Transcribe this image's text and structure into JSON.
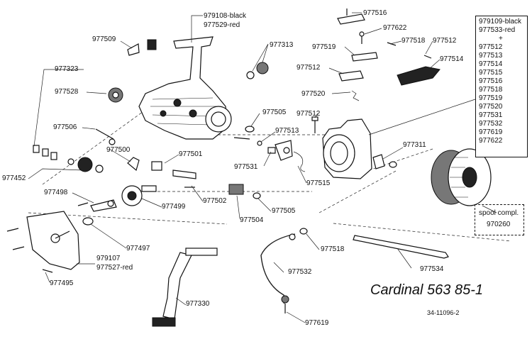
{
  "title": "Cardinal 563",
  "code": "85-1",
  "doc_number": "34-11096-2",
  "kit_box": {
    "lines": [
      "979109-black",
      "977533-red",
      "+",
      "977512",
      "977513",
      "977514",
      "977515",
      "977516",
      "977518",
      "977519",
      "977520",
      "977531",
      "977532",
      "977619",
      "977622"
    ]
  },
  "spool_box": {
    "line1": "spool compl.",
    "line2": "970260"
  },
  "labels": {
    "p979108": "979108-black",
    "p977529": "977529-red",
    "p977509": "977509",
    "p977313": "977313",
    "p977323": "977323",
    "p977528": "977528",
    "p977506": "977506",
    "p977500": "977500",
    "p977452": "977452",
    "p977498": "977498",
    "p977501": "977501",
    "p977499": "977499",
    "p977497": "977497",
    "p979107": "979107",
    "p977527": "977527-red",
    "p977495": "977495",
    "p977330": "977330",
    "p977502": "977502",
    "p977504": "977504",
    "p977505a": "977505",
    "p977505b": "977505",
    "p977513": "977513",
    "p977531": "977531",
    "p977515": "977515",
    "p977512a": "977512",
    "p977512b": "977512",
    "p977512c": "977512",
    "p977516": "977516",
    "p977622": "977622",
    "p977519": "977519",
    "p977518a": "977518",
    "p977518b": "977518",
    "p977520": "977520",
    "p977514": "977514",
    "p977311": "977311",
    "p977532": "977532",
    "p977534": "977534",
    "p977619": "977619"
  }
}
